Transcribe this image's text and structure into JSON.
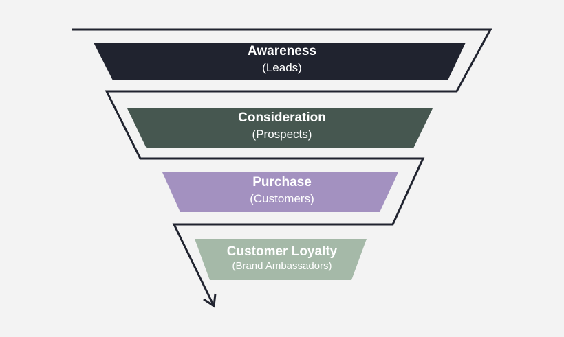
{
  "funnel": {
    "stages": [
      {
        "title": "Awareness",
        "subtitle": "(Leads)",
        "color": "#20232f"
      },
      {
        "title": "Consideration",
        "subtitle": "(Prospects)",
        "color": "#465750"
      },
      {
        "title": "Purchase",
        "subtitle": "(Customers)",
        "color": "#a391c0"
      },
      {
        "title": "Customer Loyalty",
        "subtitle": "(Brand Ambassadors)",
        "color": "#a5b9a8"
      }
    ],
    "outline_color": "#20232f",
    "background_color": "#f3f3f3"
  }
}
